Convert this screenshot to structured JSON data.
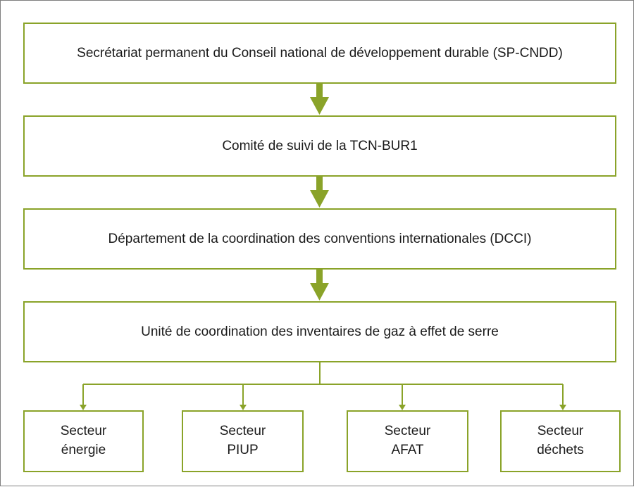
{
  "colors": {
    "accent": "#8aa329",
    "border": "#7f7f7f",
    "text": "#1a1a1a",
    "background": "#ffffff"
  },
  "diagram": {
    "boxes": [
      {
        "id": "sp-cndd",
        "label": "Secrétariat permanent du Conseil national de développement durable (SP-CNDD)"
      },
      {
        "id": "comite",
        "label": "Comité de suivi de la TCN-BUR1"
      },
      {
        "id": "dcci",
        "label": "Département de la coordination des conventions internationales (DCCI)"
      },
      {
        "id": "unite",
        "label": "Unité de coordination des inventaires de gaz à effet de serre"
      }
    ],
    "sectors": [
      {
        "id": "energie",
        "line1": "Secteur",
        "line2": "énergie"
      },
      {
        "id": "piup",
        "line1": "Secteur",
        "line2": "PIUP"
      },
      {
        "id": "afat",
        "line1": "Secteur",
        "line2": "AFAT"
      },
      {
        "id": "dechets",
        "line1": "Secteur",
        "line2": "déchets"
      }
    ]
  }
}
